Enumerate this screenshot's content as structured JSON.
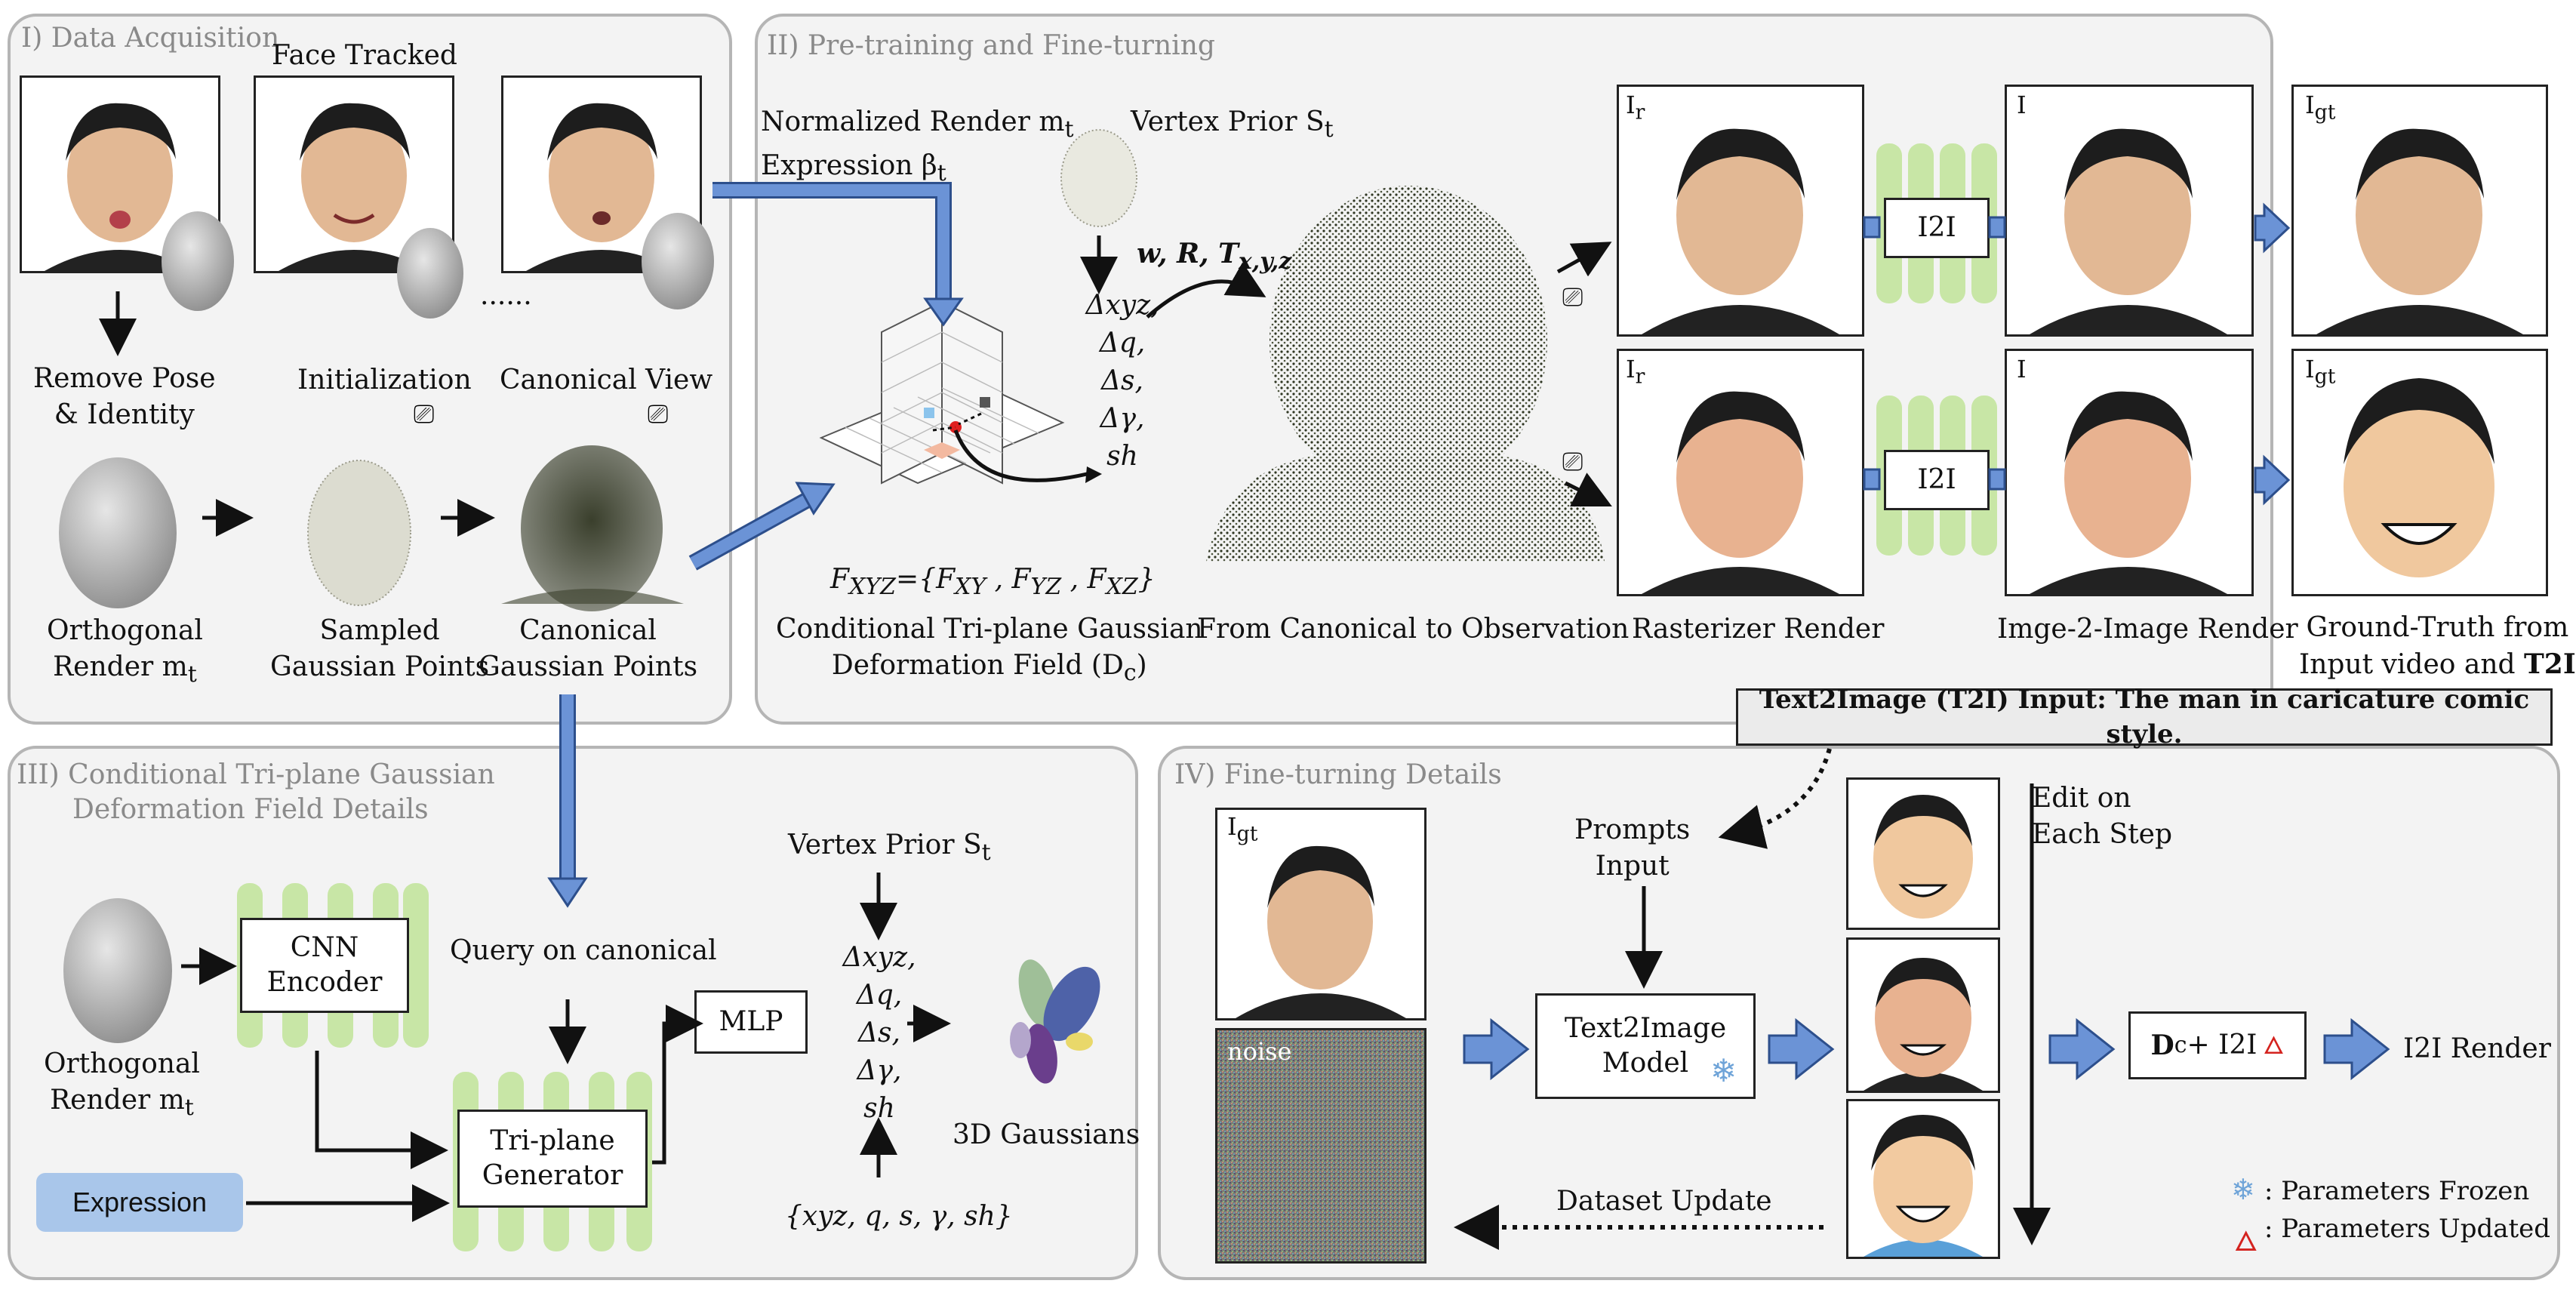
{
  "panels": {
    "data_acquisition": "I) Data Acquisition",
    "pretraining": "II) Pre-training and Fine-turning",
    "triplane_details_l1": "III) Conditional Tri-plane Gaussian",
    "triplane_details_l2": "Deformation Field Details",
    "finetuning": "IV) Fine-turning Details"
  },
  "p1": {
    "face_tracked": "Face Tracked",
    "dots": "......",
    "remove_pose_l1": "Remove Pose",
    "remove_pose_l2": "& Identity",
    "initialization": "Initialization",
    "canonical_view": "Canonical View",
    "orthogonal_l1": "Orthogonal",
    "orthogonal_l2": "Render m",
    "orthogonal_sub": "t",
    "sampled_l1": "Sampled",
    "sampled_l2": "Gaussian Points",
    "canonical_l1": "Canonical",
    "canonical_l2": "Gaussian Points"
  },
  "p2": {
    "norm_render_l1": "Normalized Render m",
    "norm_render_sub": "t",
    "expr_l2": "Expression β",
    "expr_sub": "t",
    "vertex_prior": "Vertex Prior S",
    "vertex_sub": "t",
    "transform": "w, R, T",
    "transform_sub": "x,y,z",
    "deltas": [
      "Δxyz,",
      "Δq,",
      "Δs,",
      "Δγ,",
      "sh"
    ],
    "fxyz_main": "F",
    "fxyz_sub": "XYZ",
    "fxyz_rest": "={F",
    "fxyz_a": "XY",
    "fxyz_mid1": " , F",
    "fxyz_b": "YZ",
    "fxyz_mid2": " , F",
    "fxyz_c": "XZ",
    "fxyz_end": "}",
    "cond_l1": "Conditional Tri-plane Gaussian",
    "cond_l2": "Deformation Field (D",
    "cond_sub": "c",
    "cond_end": ")",
    "canon_to_obs": "From Canonical to Observation",
    "ir": "I",
    "ir_sub": "r",
    "i": "I",
    "igt": "I",
    "igt_sub": "gt",
    "i2i": "I2I",
    "rasterizer": "Rasterizer Render",
    "imge2image": "Imge-2-Image Render",
    "gt_l1": "Ground-Truth from",
    "gt_l2": "Input video and ",
    "gt_bold": "T2I"
  },
  "t2i_input": "Text2Image (T2I) Input: The man in caricature comic style.",
  "p3": {
    "vertex_prior": "Vertex Prior S",
    "vertex_sub": "t",
    "cnn_l1": "CNN",
    "cnn_l2": "Encoder",
    "query": "Query on canonical",
    "mlp": "MLP",
    "deltas": [
      "Δxyz,",
      "Δq,",
      "Δs,",
      "Δγ,",
      "sh"
    ],
    "gaussians": "3D Gaussians",
    "orthogonal_l1": "Orthogonal",
    "orthogonal_l2": "Render m",
    "orthogonal_sub": "t",
    "triplane_l1": "Tri-plane",
    "triplane_l2": "Generator",
    "expression": "Expression",
    "params": "{xyz, q, s, γ, sh}"
  },
  "p4": {
    "igt": "I",
    "igt_sub": "gt",
    "noise": "noise",
    "prompts_l1": "Prompts",
    "prompts_l2": "Input",
    "t2i_l1": "Text2Image",
    "t2i_l2": "Model",
    "edit_l1": "Edit on",
    "edit_l2": "Each Step",
    "dc_main": "D",
    "dc_sub": "c",
    "dc_rest": "+ I2I",
    "i2i_render": "I2I Render",
    "dataset_update": "Dataset Update",
    "frozen": ": Parameters  Frozen",
    "updated": ": Parameters Updated"
  },
  "colors": {
    "arrow_blue": "#6b93d6",
    "arrow_blue_stroke": "#2d4f8c",
    "gen_green": "#c8e6a6",
    "expression_fill": "#a9c6ea",
    "panel_border": "#b5b5b5",
    "panel_bg": "#f3f3f3",
    "point_cloud": "#3a3f2c",
    "snowflake": "#6fa4d8",
    "flame": "#d4231f"
  },
  "icons": [
    "camera-icon",
    "snowflake-icon",
    "flame-icon",
    "arrow-icon"
  ]
}
